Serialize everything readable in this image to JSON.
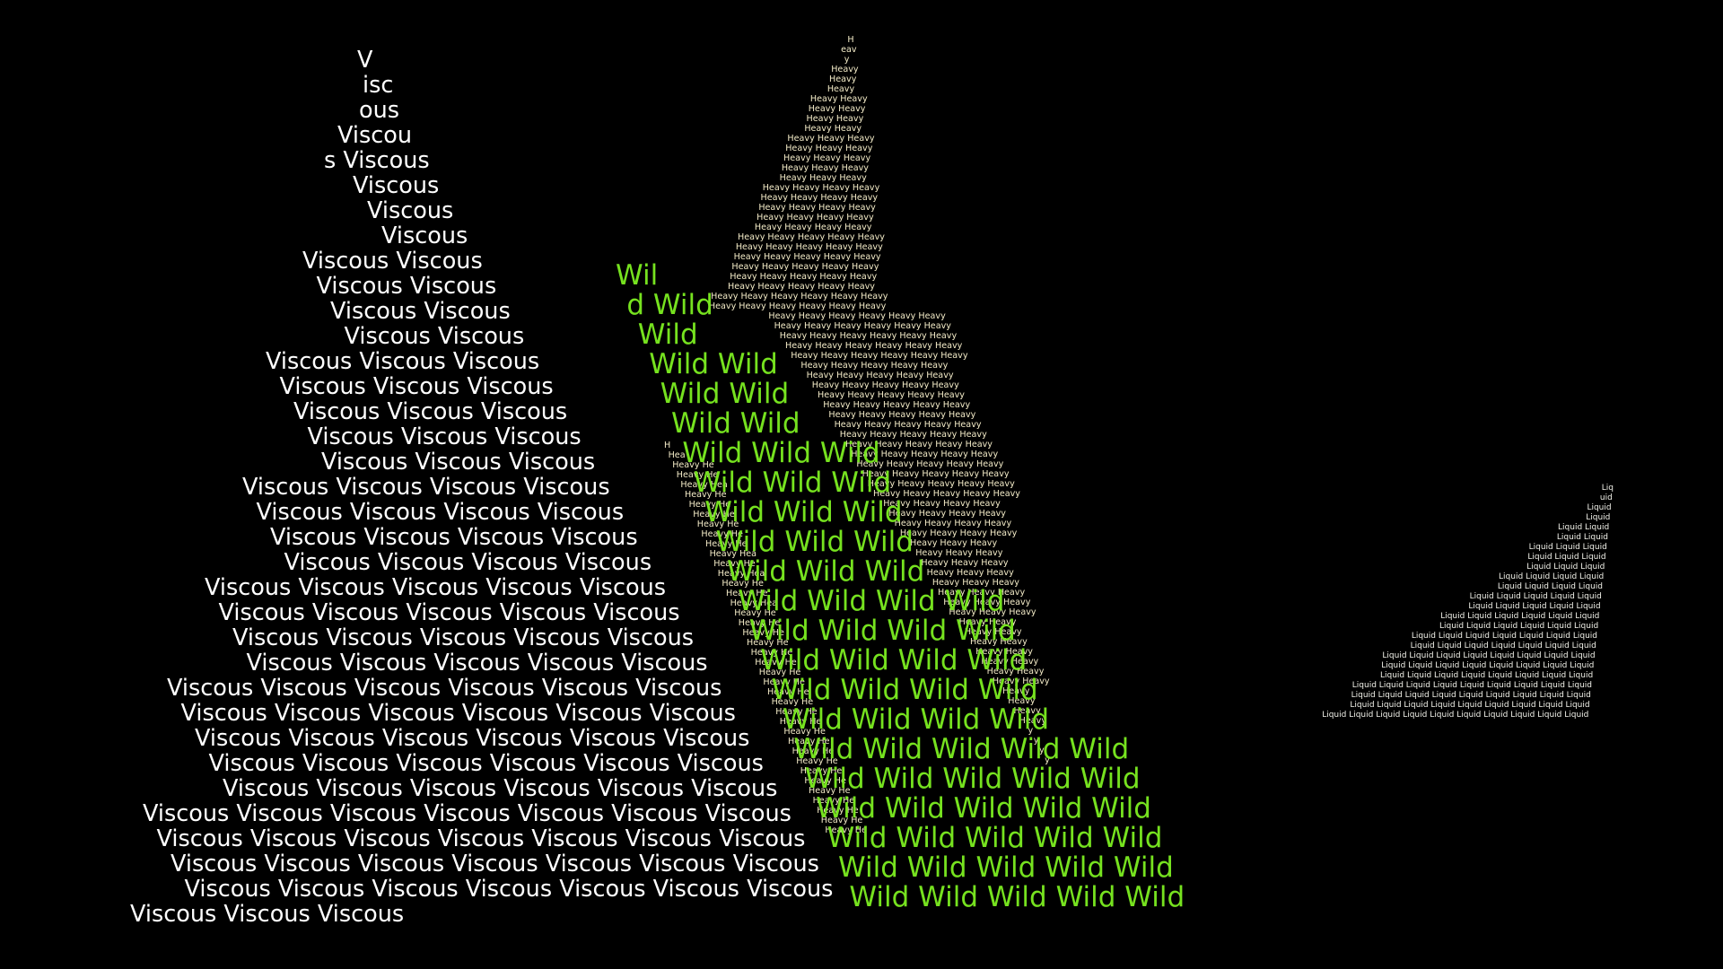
{
  "colors": {
    "background": "#000000",
    "viscous": "#ffffff",
    "wild": "#76e21f",
    "heavy": "#f4ecc8",
    "liquid": "#f2f2ea"
  },
  "words": {
    "viscous": "Viscous",
    "wild": "Wild",
    "heavy": "Heavy",
    "liquid": "Liquid"
  },
  "viscous_lines": [
    "V",
    "isc",
    "ous",
    "Viscou",
    "s Viscous",
    "Viscous",
    "Viscous",
    "Viscous",
    "Viscous Viscous",
    "Viscous Viscous",
    "Viscous Viscous",
    "Viscous Viscous",
    "Viscous Viscous Viscous",
    "Viscous Viscous Viscous",
    "Viscous Viscous Viscous",
    "Viscous Viscous Viscous",
    "Viscous Viscous Viscous",
    "Viscous Viscous Viscous Viscous",
    "Viscous Viscous Viscous Viscous",
    "Viscous Viscous Viscous Viscous",
    "Viscous Viscous Viscous Viscous",
    "Viscous Viscous Viscous Viscous Viscous",
    "Viscous Viscous Viscous Viscous Viscous",
    "Viscous Viscous Viscous Viscous Viscous",
    "Viscous Viscous Viscous Viscous Viscous",
    "Viscous Viscous Viscous Viscous Viscous Viscous",
    "Viscous Viscous Viscous Viscous Viscous Viscous",
    "Viscous Viscous Viscous Viscous Viscous Viscous",
    "Viscous Viscous Viscous Viscous Viscous Viscous",
    "Viscous Viscous Viscous Viscous Viscous Viscous",
    "Viscous Viscous Viscous Viscous Viscous Viscous Viscous",
    "Viscous Viscous Viscous Viscous Viscous Viscous Viscous",
    "Viscous Viscous Viscous Viscous Viscous Viscous Viscous",
    "Viscous Viscous Viscous Viscous Viscous Viscous Viscous",
    "Viscous Viscous Viscous"
  ],
  "wild_lines": [
    "Wil",
    "d Wild",
    "Wild",
    "Wild Wild",
    "Wild Wild",
    "Wild Wild",
    "Wild Wild Wild",
    "Wild Wild Wild",
    "Wild Wild Wild",
    "Wild Wild Wild",
    "Wild Wild Wild",
    "Wild Wild Wild Wild",
    "Wild Wild Wild Wild",
    "Wild Wild Wild Wild",
    "Wild Wild Wild Wild",
    "Wild Wild Wild Wild",
    "Wild Wild Wild Wild Wild",
    "Wild Wild Wild Wild Wild",
    "Wild Wild Wild Wild Wild",
    "Wild Wild Wild Wild Wild",
    "Wild Wild Wild Wild Wild",
    "Wild Wild Wild Wild Wild"
  ],
  "heavy_lines": [
    "H",
    "eav",
    "y",
    "Heavy",
    "Heavy",
    "Heavy",
    "Heavy Heavy",
    "Heavy Heavy",
    "Heavy Heavy",
    "Heavy Heavy",
    "Heavy Heavy Heavy",
    "Heavy Heavy Heavy",
    "Heavy Heavy Heavy",
    "Heavy Heavy Heavy",
    "Heavy Heavy Heavy",
    "Heavy Heavy Heavy Heavy",
    "Heavy Heavy Heavy Heavy",
    "Heavy Heavy Heavy Heavy",
    "Heavy Heavy Heavy Heavy",
    "Heavy Heavy Heavy Heavy",
    "Heavy Heavy Heavy Heavy Heavy",
    "Heavy Heavy Heavy Heavy Heavy",
    "Heavy Heavy Heavy Heavy Heavy",
    "Heavy Heavy Heavy Heavy Heavy",
    "Heavy Heavy Heavy Heavy Heavy",
    "Heavy Heavy Heavy Heavy Heavy",
    "Heavy Heavy Heavy Heavy Heavy Heavy",
    "Heavy Heavy Heavy Heavy Heavy Heavy",
    "Heavy Heavy Heavy Heavy Heavy Heavy",
    "Heavy Heavy Heavy Heavy Heavy Heavy",
    "Heavy Heavy Heavy Heavy Heavy Heavy",
    "Heavy Heavy Heavy Heavy Heavy Heavy",
    "Heavy Heavy Heavy Heavy Heavy Heavy",
    "Heavy Heavy Heavy Heavy Heavy",
    "Heavy Heavy Heavy Heavy Heavy",
    "Heavy Heavy Heavy Heavy Heavy",
    "Heavy Heavy Heavy Heavy Heavy",
    "Heavy Heavy Heavy Heavy Heavy",
    "Heavy Heavy Heavy Heavy Heavy",
    "Heavy Heavy Heavy Heavy Heavy",
    "Heavy Heavy Heavy Heavy Heavy",
    "Heavy Heavy Heavy Heavy Heavy",
    "Heavy Heavy Heavy Heavy Heavy",
    "Heavy Heavy Heavy Heavy Heavy",
    "Heavy Heavy Heavy Heavy Heavy",
    "Heavy Heavy Heavy Heavy Heavy",
    "Heavy Heavy Heavy Heavy Heavy",
    "Heavy Heavy Heavy Heavy",
    "Heavy Heavy Heavy Heavy",
    "Heavy Heavy Heavy Heavy",
    "Heavy Heavy Heavy Heavy",
    "Heavy Heavy Heavy",
    "Heavy Heavy Heavy",
    "Heavy Heavy Heavy",
    "Heavy Heavy Heavy",
    "Heavy Heavy Heavy",
    "Heavy Heavy Heavy",
    "Heavy Heavy Heavy",
    "Heavy Heavy Heavy",
    "Heavy Heavy",
    "Heavy Heavy",
    "Heavy Heavy",
    "Heavy Heavy",
    "Heavy Heavy",
    "Heavy Heavy",
    "Heavy Heavy",
    "Heavy",
    "Heavy",
    "Heavy",
    "Heavy",
    "y",
    "y",
    "y",
    "y"
  ],
  "heavy_left_lines": [
    "H",
    "Hea",
    "Heavy He",
    "Heavy He",
    "Heavy Hea",
    "Heavy He",
    "Heavy He",
    "Heavy He",
    "Heavy He",
    "Heavy He",
    "Heavy He",
    "Heavy Hea",
    "Heavy He",
    "Heavy Hea",
    "Heavy He",
    "Heavy He",
    "Heavy Hea",
    "Heavy He",
    "Heavy He",
    "Heavy He",
    "Heavy He",
    "Heavy He",
    "Heavy He",
    "Heavy He",
    "Heavy He",
    "Heavy He",
    "Heavy He",
    "Heavy He",
    "Heavy He",
    "Heavy He",
    "Heavy He",
    "Heavy He",
    "Heavy He",
    "Heavy He",
    "Heavy He",
    "Heavy He",
    "Heavy He",
    "Heavy He",
    "Heavy He",
    "Heavy He"
  ],
  "liquid_lines": [
    "Liq",
    "uid",
    "Liquid",
    "Liquid",
    "Liquid Liquid",
    "Liquid Liquid",
    "Liquid Liquid Liquid",
    "Liquid Liquid Liquid",
    "Liquid Liquid Liquid",
    "Liquid Liquid Liquid Liquid",
    "Liquid Liquid Liquid Liquid",
    "Liquid Liquid Liquid Liquid Liquid",
    "Liquid Liquid Liquid Liquid Liquid",
    "Liquid Liquid Liquid Liquid Liquid Liquid",
    "Liquid Liquid Liquid Liquid Liquid Liquid",
    "Liquid Liquid Liquid Liquid Liquid Liquid Liquid",
    "Liquid Liquid Liquid Liquid Liquid Liquid Liquid",
    "Liquid Liquid Liquid Liquid Liquid Liquid Liquid Liquid",
    "Liquid Liquid Liquid Liquid Liquid Liquid Liquid Liquid",
    "Liquid Liquid Liquid Liquid Liquid Liquid Liquid Liquid",
    "Liquid Liquid Liquid Liquid Liquid Liquid Liquid Liquid Liquid",
    "Liquid Liquid Liquid Liquid Liquid Liquid Liquid Liquid Liquid",
    "Liquid Liquid Liquid Liquid Liquid Liquid Liquid Liquid Liquid",
    "Liquid Liquid Liquid Liquid Liquid Liquid Liquid Liquid Liquid Liquid"
  ]
}
